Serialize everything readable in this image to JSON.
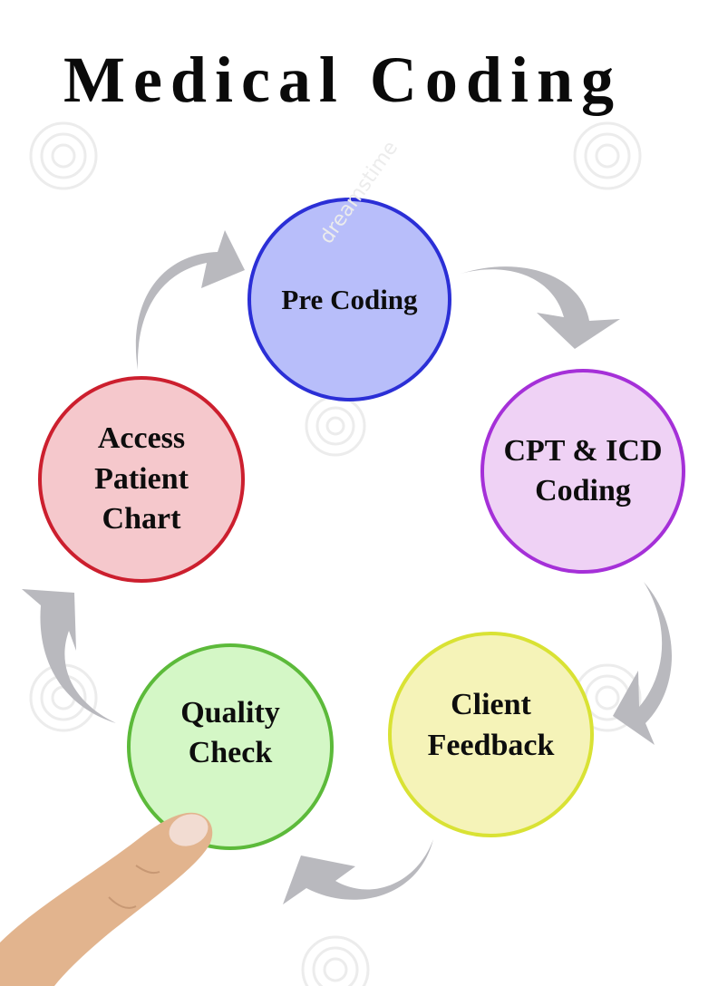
{
  "title": "Medical Coding",
  "watermark": "dreamstime",
  "cycle": {
    "direction": "clockwise",
    "nodes": [
      {
        "id": "pre-coding",
        "lines": [
          "Pre Coding"
        ],
        "fill": "#b8befa",
        "border": "#2b2fd6"
      },
      {
        "id": "cpt-icd-coding",
        "lines": [
          "CPT & ICD",
          "Coding"
        ],
        "fill": "#efd2f5",
        "border": "#a530d8"
      },
      {
        "id": "client-feedback",
        "lines": [
          "Client",
          "Feedback"
        ],
        "fill": "#f5f3b8",
        "border": "#d9e234"
      },
      {
        "id": "quality-check",
        "lines": [
          "Quality",
          "Check"
        ],
        "fill": "#d4f7c6",
        "border": "#5cba3a"
      },
      {
        "id": "access-patient-chart",
        "lines": [
          "Access",
          "Patient",
          "Chart"
        ],
        "fill": "#f5c8cc",
        "border": "#cc1f2e"
      }
    ],
    "arrow_color": "#b9b9be"
  },
  "finger": {
    "skin": "#e2b48e",
    "nail": "#f2dcd2"
  }
}
